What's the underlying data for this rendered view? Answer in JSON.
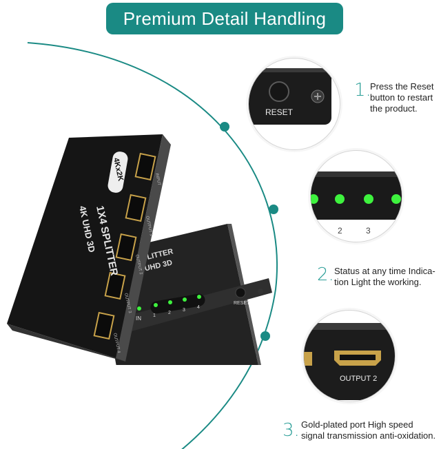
{
  "banner": {
    "title": "Premium Detail Handling"
  },
  "callouts": [
    {
      "number": "1.",
      "lines": [
        "Press the Reset",
        "button to restart",
        "the product."
      ],
      "detail_label": "RESET"
    },
    {
      "number": "2.",
      "lines": [
        "Status at any time Indica-",
        "tion Light the working."
      ],
      "detail_label": ""
    },
    {
      "number": "3.",
      "lines": [
        "Gold-plated port High speed",
        "signal transmission anti-oxidation."
      ],
      "detail_label": "OUTPUT 2"
    }
  ],
  "led_numbers": [
    "1",
    "2",
    "3",
    "4"
  ],
  "device": {
    "front_text_1": "1X4 SPLITTER",
    "front_text_2": "4K UHD 3D",
    "badge": "4Kx2K",
    "back_text_1": "SPLITTER",
    "back_text_2": "K UHD 3D",
    "in_label": "IN",
    "reset_label": "RESET",
    "led_numbers": [
      "1",
      "2",
      "3",
      "4"
    ],
    "port_labels": [
      "INPUT",
      "OUTPUT 1",
      "OUTPUT 2",
      "OUTPUT 3",
      "OUTPUT 4"
    ]
  },
  "colors": {
    "accent": "#1a8a84",
    "led": "#3ef23e",
    "gold": "#c8a24a",
    "device": "#1c1c1c"
  }
}
